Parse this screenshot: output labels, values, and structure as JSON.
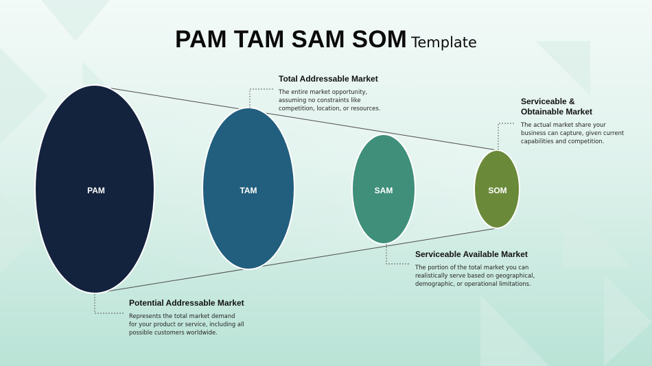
{
  "title": {
    "main": "PAM TAM SAM SOM",
    "sub": "Template"
  },
  "ellipses": {
    "pam": {
      "label": "PAM",
      "color": "#13223d"
    },
    "tam": {
      "label": "TAM",
      "color": "#225e7d"
    },
    "sam": {
      "label": "SAM",
      "color": "#3f8f7b"
    },
    "som": {
      "label": "SOM",
      "color": "#6a8a3a"
    }
  },
  "callouts": {
    "tam": {
      "heading": "Total Addressable Market",
      "lines": [
        "The entire market opportunity,",
        "assuming no constraints like",
        "competition, location, or resources."
      ]
    },
    "som": {
      "heading_lines": [
        "Serviceable &",
        "Obtainable Market"
      ],
      "lines": [
        "The actual market share your",
        "business can capture, given current",
        "capabilities and competition."
      ]
    },
    "sam": {
      "heading": "Serviceable Available Market",
      "lines": [
        "The portion of the total market you can",
        "realistically serve based on geographical,",
        "demographic, or operational limitations."
      ]
    },
    "pam": {
      "heading": "Potential Addressable Market",
      "lines": [
        "Represents the total market demand",
        "for your product or service, including all",
        "possible customers worldwide."
      ]
    }
  }
}
